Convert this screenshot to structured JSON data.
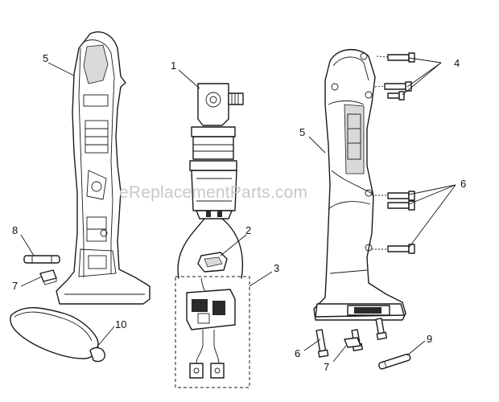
{
  "watermark": "eReplacementParts.com",
  "callouts": {
    "c1": "1",
    "c2": "2",
    "c3": "3",
    "c4": "4",
    "c5_left": "5",
    "c5_right": "5",
    "c6_upper": "6",
    "c6_lower": "6",
    "c7_left": "7",
    "c7_bottom": "7",
    "c8": "8",
    "c9": "9",
    "c10": "10"
  },
  "colors": {
    "line": "#1a1a1a",
    "shade": "#d9d9d9",
    "watermark": "#c8c8c8"
  }
}
